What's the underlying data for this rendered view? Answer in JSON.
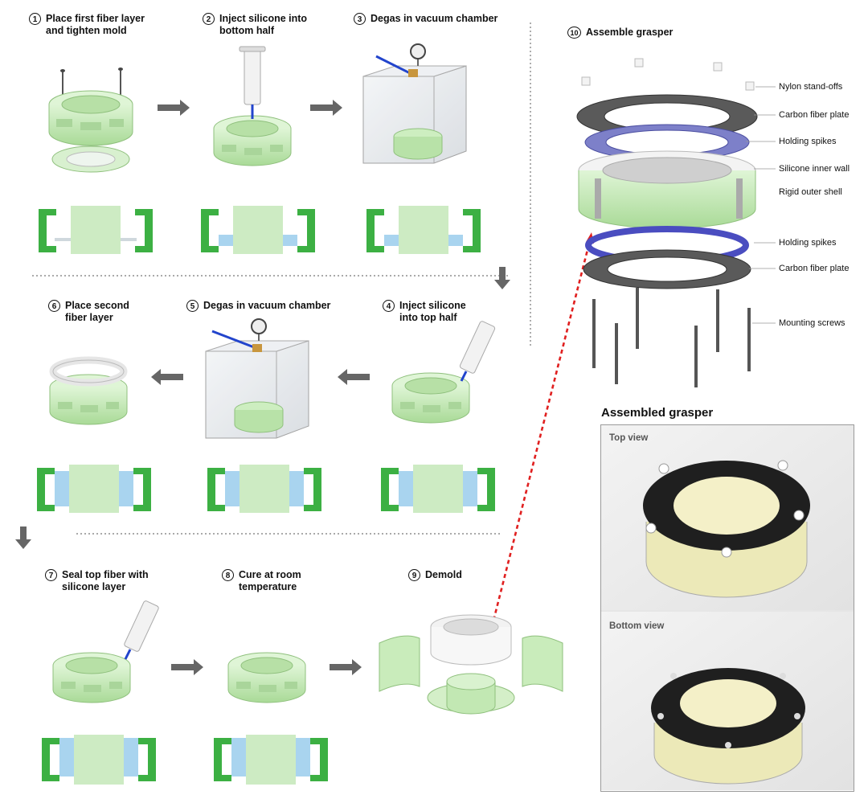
{
  "steps": [
    {
      "num": "1",
      "line1": "Place first fiber layer",
      "line2": "and tighten mold"
    },
    {
      "num": "2",
      "line1": "Inject silicone into",
      "line2": "bottom half"
    },
    {
      "num": "3",
      "line1": "Degas in vacuum chamber",
      "line2": ""
    },
    {
      "num": "4",
      "line1": "Inject silicone",
      "line2": "into top half"
    },
    {
      "num": "5",
      "line1": "Degas in vacuum chamber",
      "line2": ""
    },
    {
      "num": "6",
      "line1": "Place second",
      "line2": "fiber layer"
    },
    {
      "num": "7",
      "line1": "Seal top fiber with",
      "line2": "silicone layer"
    },
    {
      "num": "8",
      "line1": "Cure at room",
      "line2": "temperature"
    },
    {
      "num": "9",
      "line1": "Demold",
      "line2": ""
    },
    {
      "num": "10",
      "line1": "Assemble grasper",
      "line2": ""
    }
  ],
  "assembly_labels": [
    "Nylon stand-offs",
    "Carbon fiber plate",
    "Holding spikes",
    "Silicone inner wall",
    "Rigid outer shell",
    "Holding spikes",
    "Carbon fiber plate",
    "Mounting screws"
  ],
  "assembled": {
    "title": "Assembled grasper",
    "top_label": "Top view",
    "bottom_label": "Bottom view"
  },
  "colors": {
    "mold_green": "#cdeec0",
    "mold_green_dark": "#9fd08c",
    "section_green": "#3cb043",
    "silicone_blue": "#a9d4ef",
    "carbon": "#3a3a3a",
    "spike_blue": "#5b5fb8",
    "arrow_gray": "#666666",
    "red_dash": "#e02020"
  }
}
